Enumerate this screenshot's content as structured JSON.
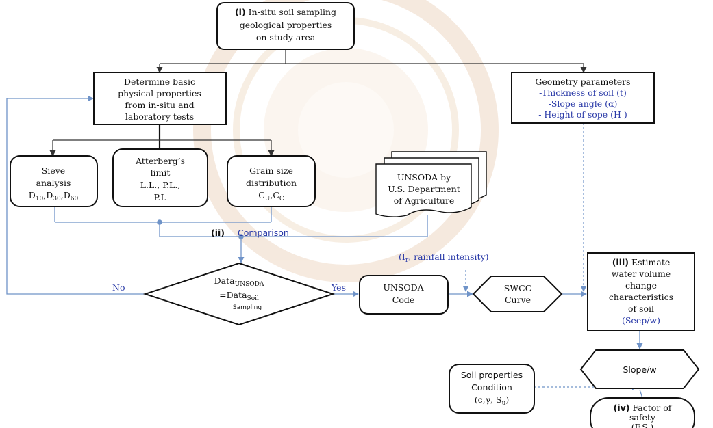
{
  "colors": {
    "line_blue": "#6f93c8",
    "text_blue": "#2a3aa8",
    "watermark": "#c77b3a"
  },
  "step1": {
    "tag": "(i)",
    "line1": "In-situ soil sampling",
    "line2": "geological properties",
    "line3": "on study area"
  },
  "basic": {
    "line1": "Determine basic",
    "line2": "physical properties",
    "line3": "from in-situ and",
    "line4": "laboratory tests"
  },
  "geometry": {
    "title": "Geometry parameters",
    "item1": "-Thickness of soil (t)",
    "item2": "-Slope angle (α)",
    "item3": "- Height of sope (H )"
  },
  "sieve": {
    "line1": "Sieve",
    "line2": "analysis",
    "d_a": "D",
    "d_a_sub": "10",
    "d_b": "D",
    "d_b_sub": "30",
    "d_c": "D",
    "d_c_sub": "60",
    "sep": ","
  },
  "atterberg": {
    "line1": "Atterberg’s",
    "line2": "limit",
    "line3": "L.L., P.L.,",
    "line4": "P.I."
  },
  "grain": {
    "line1": "Grain size",
    "line2": "distribution",
    "c_a": "C",
    "c_a_sub": "U",
    "c_b": "C",
    "c_b_sub": "C",
    "sep": ","
  },
  "unsoda_doc": {
    "line1": "UNSODA by",
    "line2": "U.S. Department",
    "line3": "of Agriculture"
  },
  "comparison": {
    "tag": "(ii)",
    "label": "Comparison"
  },
  "rainfall": {
    "open": "(I",
    "sub": "r",
    "rest": ", rainfall intensity)"
  },
  "decision": {
    "data": "Data",
    "data_sub": "UNSODA",
    "eq": "=Data",
    "eq_sub": "Soil",
    "sampling": "Sampling",
    "no": "No",
    "yes": "Yes"
  },
  "unsoda_code": {
    "line1": "UNSODA",
    "line2": "Code"
  },
  "swcc": {
    "line1": "SWCC",
    "line2": "Curve"
  },
  "step3": {
    "tag": "(iii)",
    "line1": "Estimate",
    "line2": "water volume",
    "line3": "change",
    "line4": "characteristics",
    "line5": "of soil",
    "line6": "(Seep/w)"
  },
  "slopew": {
    "label": "Slope/w"
  },
  "soilprops": {
    "line1": "Soil properties",
    "line2": "Condition",
    "line3": "(c,γ, S",
    "line3_sub": "u",
    "line3_end": ")"
  },
  "step4": {
    "tag": "(iv)",
    "line1": "Factor of",
    "line2": "safety",
    "line3": "(F.S.)"
  }
}
